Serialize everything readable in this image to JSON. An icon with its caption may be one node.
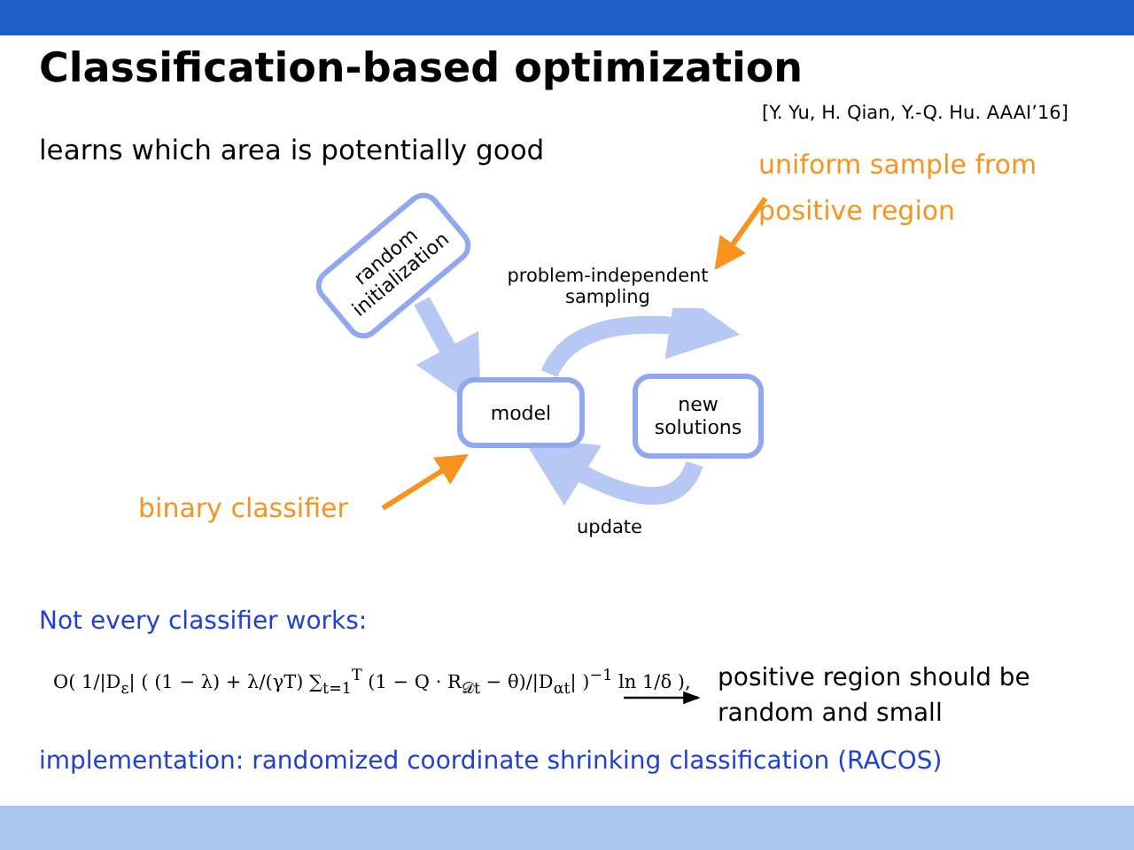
{
  "diagram": {
    "title": "Classification-based optimization",
    "nodes": [
      {
        "text": [
          "random initialization"
        ]
      },
      {
        "text": [
          "model"
        ]
      },
      {
        "text": [
          "new solutions"
        ]
      },
      {
        "text": [
          "binary classifier"
        ]
      },
      {
        "text": [
          "uniform sample from positive region"
        ]
      },
      {
        "text": [
          "O( 1/|D$_{ε}$| ( (1 − λ) + λ/(γT) ∑$_{t=1}$$^{T}$ (1 − Q · R$_{𝒟t}$ − θ)/|D$_{αt}$| )$^{−1}$ ln 1/δ ),"
        ]
      },
      {
        "text": [
          "positive region should be random and small"
        ]
      }
    ],
    "edges": [
      {
        "from": 0,
        "to": 1,
        "arrow": "to",
        "style": "thick"
      },
      {
        "from": 1,
        "to": 2,
        "arrow": "to",
        "label": "problem-independent sampling",
        "style": "thick"
      },
      {
        "from": 2,
        "to": 1,
        "arrow": "to",
        "label": "update",
        "style": "thick"
      },
      {
        "from": 3,
        "to": 1,
        "arrow": "to",
        "color": "#f7931e"
      },
      {
        "from": 4,
        "to": null,
        "arrow": "to",
        "color": "#f7931e"
      },
      {
        "from": 5,
        "to": 6,
        "arrow": "to",
        "color": "#000000"
      }
    ],
    "labels": [
      "learns which area is potentially good",
      "[Y. Yu, H. Qian, Y.-Q. Hu. AAAI’16]",
      "Not every classifier works:",
      "implementation: randomized coordinate shrinking classification (RACOS)"
    ]
  }
}
